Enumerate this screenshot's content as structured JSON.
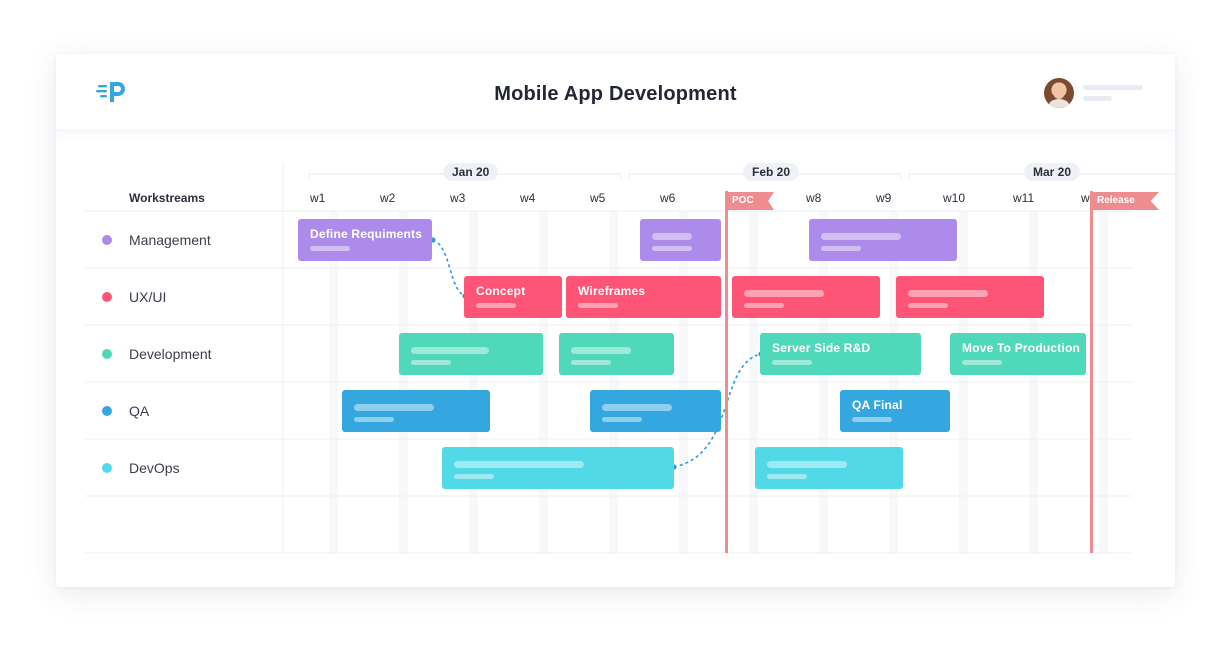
{
  "header": {
    "title": "Mobile App Development"
  },
  "colors": {
    "management": "#ac8bea",
    "uxui": "#fe5577",
    "development": "#4fd8b9",
    "qa": "#35a7e0",
    "devops": "#51d9e8",
    "milestone": "#ef8c8f",
    "link": "#2d9ad9"
  },
  "timeline": {
    "workstreams_header": "Workstreams",
    "months": [
      "Jan 20",
      "Feb 20",
      "Mar 20"
    ],
    "weeks": [
      "w1",
      "w2",
      "w3",
      "w4",
      "w5",
      "w6",
      "w7",
      "w8",
      "w9",
      "w10",
      "w11",
      "w12"
    ]
  },
  "workstreams": [
    {
      "name": "Management",
      "color": "#ac8bea"
    },
    {
      "name": "UX/UI",
      "color": "#fe5577"
    },
    {
      "name": "Development",
      "color": "#4fd8b9"
    },
    {
      "name": "QA",
      "color": "#35a7e0"
    },
    {
      "name": "DevOps",
      "color": "#51d9e8"
    }
  ],
  "tasks": [
    {
      "row": 0,
      "label": "Define Requiments"
    },
    {
      "row": 0,
      "label": ""
    },
    {
      "row": 0,
      "label": ""
    },
    {
      "row": 1,
      "label": "Concept"
    },
    {
      "row": 1,
      "label": "Wireframes"
    },
    {
      "row": 1,
      "label": ""
    },
    {
      "row": 1,
      "label": ""
    },
    {
      "row": 2,
      "label": ""
    },
    {
      "row": 2,
      "label": ""
    },
    {
      "row": 2,
      "label": "Server Side R&D"
    },
    {
      "row": 2,
      "label": "Move To Production"
    },
    {
      "row": 3,
      "label": ""
    },
    {
      "row": 3,
      "label": ""
    },
    {
      "row": 3,
      "label": "QA Final"
    },
    {
      "row": 4,
      "label": ""
    },
    {
      "row": 4,
      "label": ""
    }
  ],
  "milestones": [
    {
      "label": "POC"
    },
    {
      "label": "Release"
    }
  ]
}
